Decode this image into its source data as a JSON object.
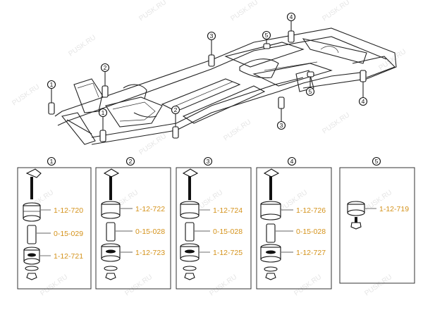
{
  "watermark": "PUSK.RU",
  "callouts": [
    "1",
    "2",
    "3",
    "4",
    "5"
  ],
  "panels": [
    {
      "num": "1",
      "parts": [
        "1-12-720",
        "0-15-029",
        "1-12-721"
      ]
    },
    {
      "num": "2",
      "parts": [
        "1-12-722",
        "0-15-028",
        "1-12-723"
      ]
    },
    {
      "num": "3",
      "parts": [
        "1-12-724",
        "0-15-028",
        "1-12-725"
      ]
    },
    {
      "num": "4",
      "parts": [
        "1-12-726",
        "0-15-028",
        "1-12-727"
      ]
    },
    {
      "num": "5",
      "parts": [
        "1-12-719"
      ]
    }
  ],
  "colors": {
    "label": "#d4921a",
    "line": "#222222",
    "background": "#ffffff"
  }
}
